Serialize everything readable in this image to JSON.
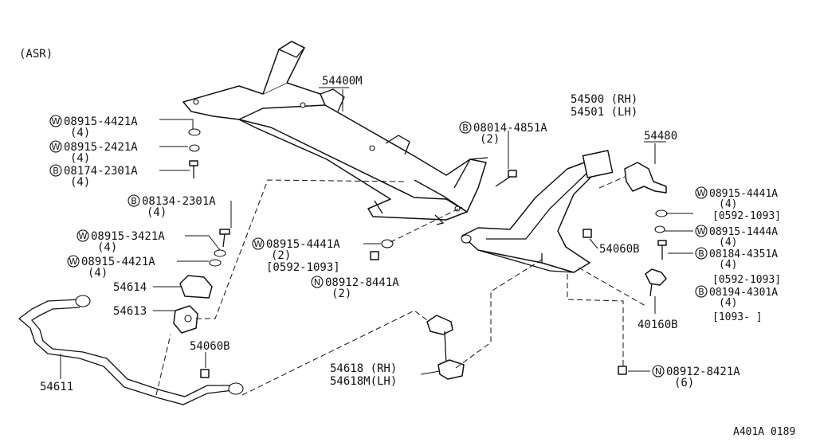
{
  "header": {
    "variant": "(ASR)"
  },
  "footer": {
    "drawing_code": "A401A 0189"
  },
  "labels": {
    "crossmember": "54400M",
    "arm_rh": "54500 (RH)",
    "arm_lh": "54501 (LH)",
    "bracket": "54480",
    "w1": "08915-4421A",
    "w1q": "(4)",
    "w2": "08915-2421A",
    "w2q": "(4)",
    "b1": "08174-2301A",
    "b1q": "(4)",
    "b2": "08134-2301A",
    "b2q": "(4)",
    "w3": "08915-3421A",
    "w3q": "(4)",
    "w4": "08915-4421A",
    "w4q": "(4)",
    "p54614": "54614",
    "p54613": "54613",
    "p54060b_left": "54060B",
    "p54611": "54611",
    "b3": "08014-4851A",
    "b3q": "(2)",
    "w5": "08915-4441A",
    "w5q": "(2)",
    "w5d": "[0592-1093]",
    "n1": "08912-8441A",
    "n1q": "(2)",
    "link_rh": "54618 (RH)",
    "link_lh": "54618M(LH)",
    "p54060b_right": "54060B",
    "w6": "08915-4441A",
    "w6q": "(4)",
    "w6d": "[0592-1093]",
    "w7": "08915-1444A",
    "w7q": "(4)",
    "b4": "08184-4351A",
    "b4q": "(4)",
    "b4d": "[0592-1093]",
    "b5": "08194-4301A",
    "b5q": "(4)",
    "b5d": "[1093-    ]",
    "p40160b": "40160B",
    "n2": "08912-8421A",
    "n2q": "(6)"
  },
  "prefixes": {
    "washer": "W",
    "bolt": "B",
    "nut": "N"
  }
}
